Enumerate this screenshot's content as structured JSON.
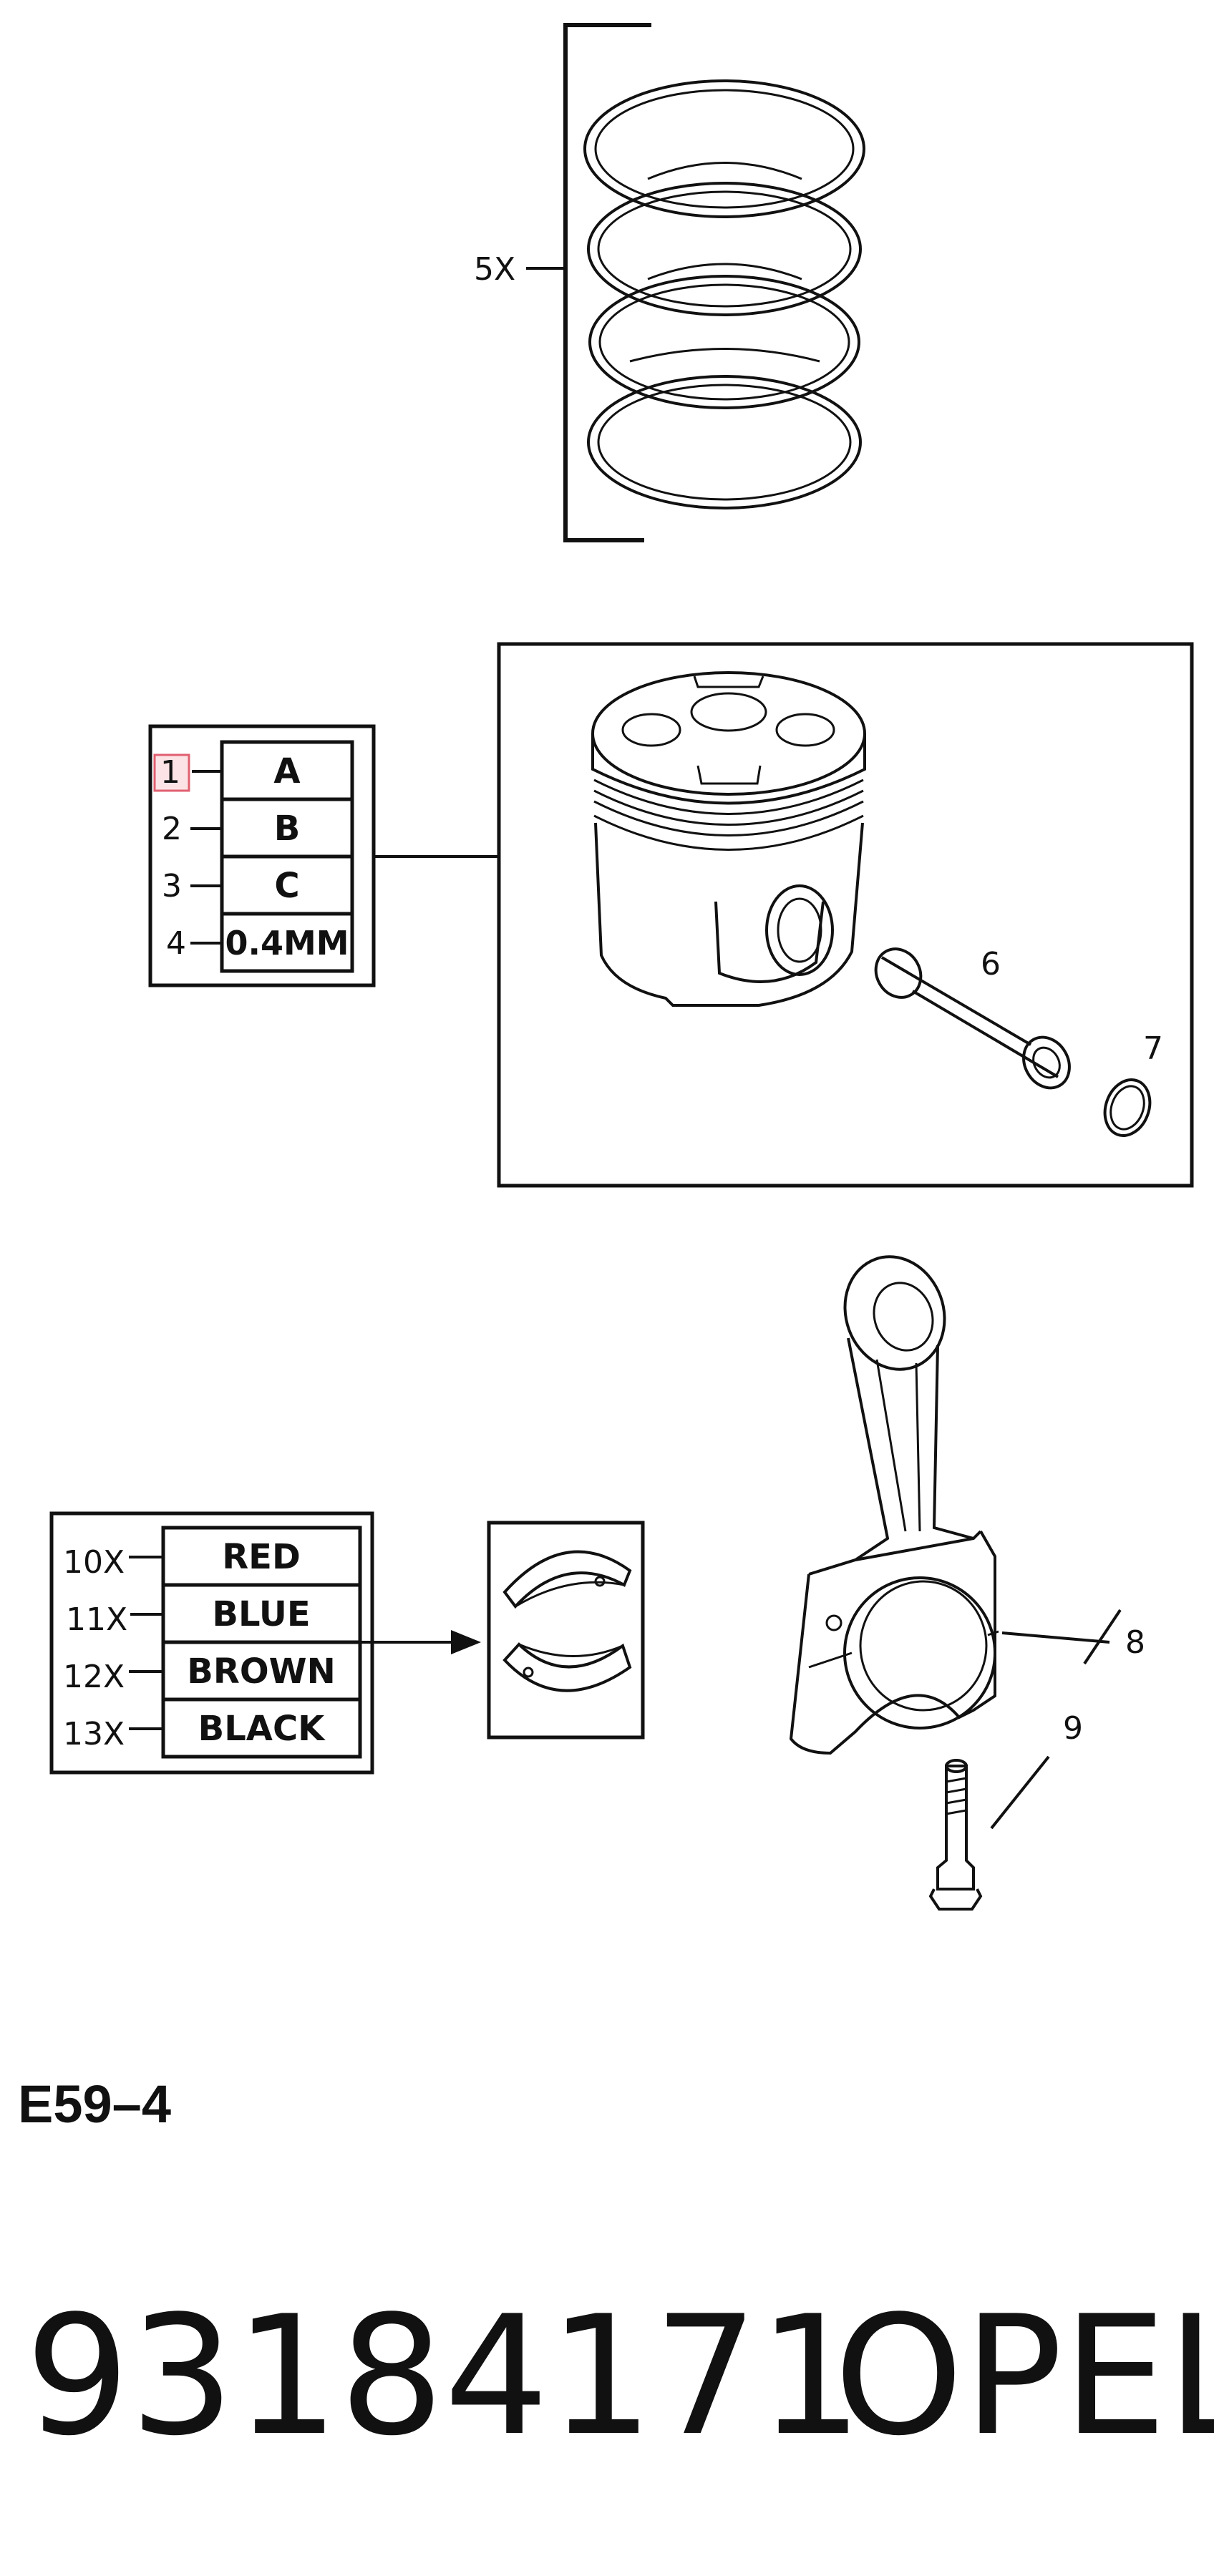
{
  "diagram": {
    "ring_set": {
      "callout": "5X"
    },
    "piston_grades": {
      "rows": [
        {
          "num": "1",
          "label": "A"
        },
        {
          "num": "2",
          "label": "B"
        },
        {
          "num": "3",
          "label": "C"
        },
        {
          "num": "4",
          "label": "0.4MM"
        }
      ]
    },
    "piston_pin_callout": "6",
    "circlip_callout": "7",
    "bearing_colors": {
      "rows": [
        {
          "num": "10X",
          "label": "RED"
        },
        {
          "num": "11X",
          "label": "BLUE"
        },
        {
          "num": "12X",
          "label": "BROWN"
        },
        {
          "num": "13X",
          "label": "BLACK"
        }
      ]
    },
    "rod_callout": "8",
    "bolt_callout": "9"
  },
  "figure_code": "E59–4",
  "part_number": "93184171",
  "brand": "OPEL",
  "colors": {
    "highlight": "#e06070",
    "ink": "#111111"
  }
}
